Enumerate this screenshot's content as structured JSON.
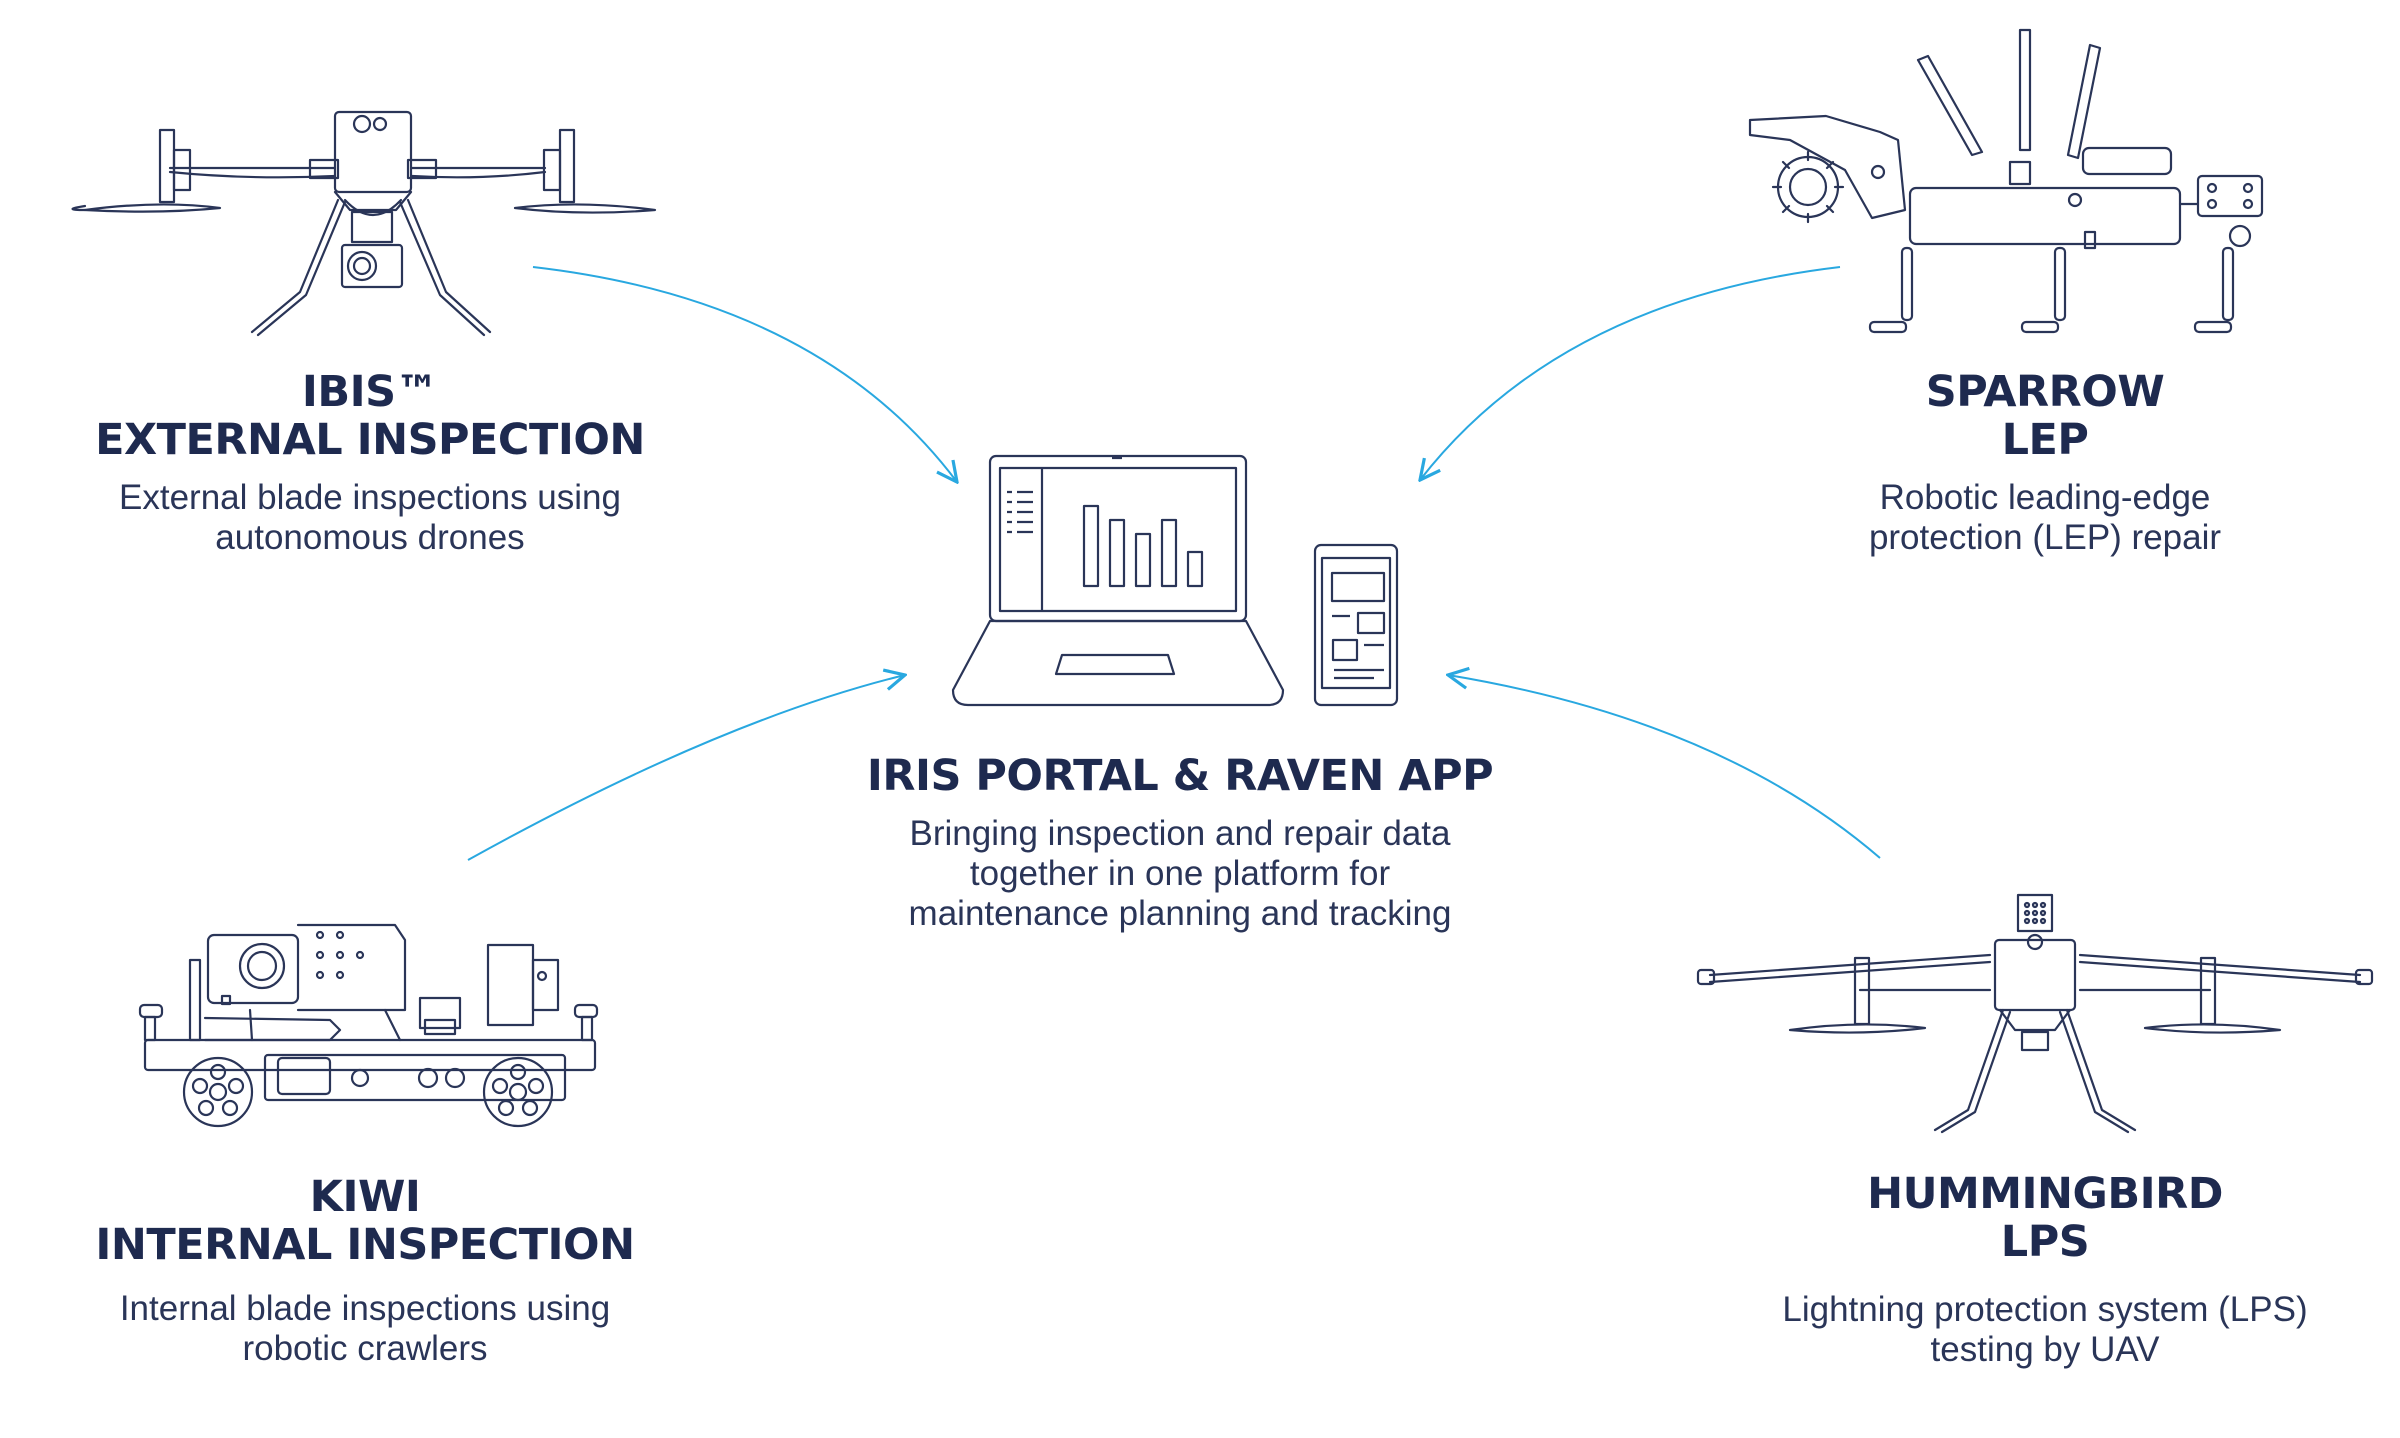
{
  "colors": {
    "navy": "#1e2a4f",
    "line": "#2a3558",
    "arrow": "#29a8e0"
  },
  "nodes": {
    "ibis": {
      "title_lines": [
        "IBIS™",
        "EXTERNAL INSPECTION"
      ],
      "desc_lines": [
        "External blade inspections using",
        "autonomous drones"
      ],
      "icon": "drone-icon"
    },
    "sparrow": {
      "title_lines": [
        "SPARROW",
        "LEP"
      ],
      "desc_lines": [
        "Robotic leading-edge",
        "protection (LEP) repair"
      ],
      "icon": "repair-robot-icon"
    },
    "iris": {
      "title_lines": [
        "IRIS PORTAL & RAVEN APP"
      ],
      "desc_lines": [
        "Bringing inspection and repair data",
        "together in one platform for",
        "maintenance planning and tracking"
      ],
      "icon": "laptop-and-phone-icon"
    },
    "kiwi": {
      "title_lines": [
        "KIWI",
        "INTERNAL INSPECTION"
      ],
      "desc_lines": [
        "Internal blade inspections using",
        "robotic crawlers"
      ],
      "icon": "crawler-robot-icon"
    },
    "hummingbird": {
      "title_lines": [
        "HUMMINGBIRD",
        "LPS"
      ],
      "desc_lines": [
        "Lightning protection system (LPS)",
        "testing by UAV"
      ],
      "icon": "uav-icon"
    }
  },
  "edges": [
    {
      "from": "ibis",
      "to": "iris"
    },
    {
      "from": "sparrow",
      "to": "iris"
    },
    {
      "from": "kiwi",
      "to": "iris"
    },
    {
      "from": "hummingbird",
      "to": "iris"
    }
  ]
}
